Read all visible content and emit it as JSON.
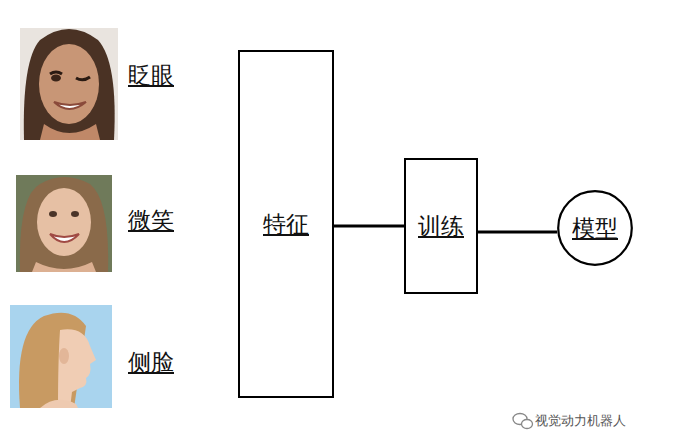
{
  "diagram": {
    "nodes": [
      {
        "text": [
          "特征"
        ]
      },
      {
        "text": [
          "训练"
        ]
      },
      {
        "text": [
          "模型"
        ]
      }
    ],
    "edges": [
      {
        "from": 0,
        "to": 1,
        "arrow": "none"
      },
      {
        "from": 1,
        "to": 2,
        "arrow": "none"
      }
    ],
    "labels": [
      "眨眼",
      "微笑",
      "侧脸",
      "视觉动力机器人"
    ]
  }
}
